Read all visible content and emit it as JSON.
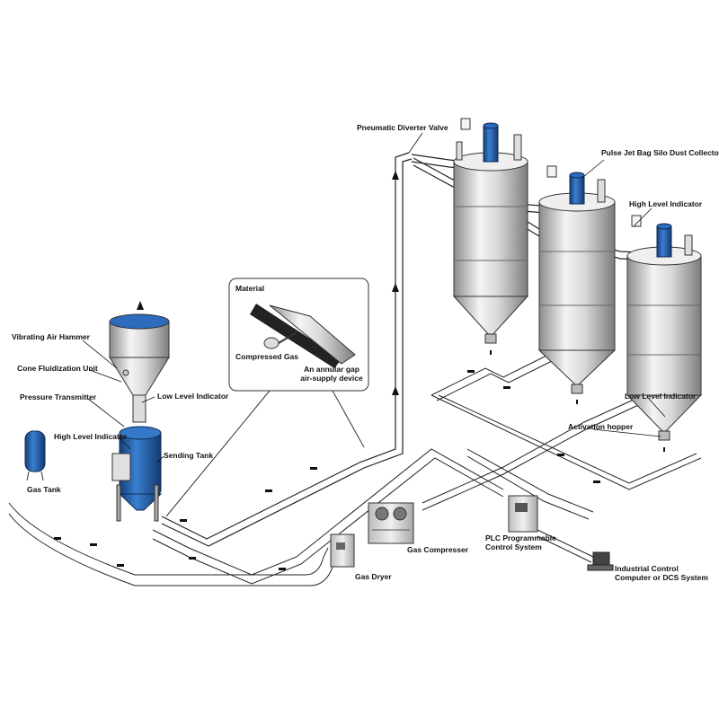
{
  "labels": {
    "pneumatic_diverter_valve": "Pneumatic Diverter Valve",
    "pulse_jet_bag_silo_dust_collector": "Pulse Jet Bag Silo Dust Collector",
    "high_level_indicator_silo": "High Level Indicator",
    "low_level_indicator_silo": "Low Level Indicator",
    "activation_hopper": "Activation hopper",
    "material": "Material",
    "compressed_gas": "Compressed Gas",
    "annular_gap_line1": "An annular gap",
    "annular_gap_line2": "air-supply device",
    "vibrating_air_hammer": "Vibrating Air Hammer",
    "cone_fluidization_unit": "Cone Fluidization Unit",
    "pressure_transmitter": "Pressure Transmitter",
    "high_level_indicator_tank": "High Level Indicator",
    "low_level_indicator_hopper": "Low Level Indicator",
    "sending_tank": "Sending Tank",
    "gas_tank": "Gas Tank",
    "gas_compresser": "Gas Compresser",
    "gas_dryer": "Gas Dryer",
    "plc_line1": "PLC Programmable",
    "plc_line2": "Control System",
    "industrial_control_line1": "Industrial Control",
    "industrial_control_line2": "Computer or DCS System"
  },
  "colors": {
    "equipment_blue": "#1f5fa8",
    "steel_light": "#e4e4e4",
    "steel_dark": "#9a9a9a",
    "line": "#222222"
  }
}
